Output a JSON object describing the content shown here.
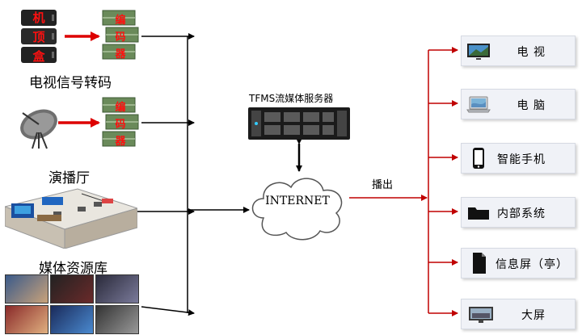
{
  "sources": {
    "signal": {
      "title": "电视信号转码",
      "device_chars": [
        "机",
        "顶",
        "盒"
      ]
    },
    "encoder_chars": [
      "编",
      "码",
      "器"
    ],
    "hall": {
      "title": "演播厅"
    },
    "library": {
      "title": "媒体资源库"
    }
  },
  "center": {
    "server_label": "TFMS流媒体服务器",
    "cloud_label": "INTERNET"
  },
  "broadcast_label": "播出",
  "outputs": [
    {
      "label": "电 视",
      "icon": "tv-icon"
    },
    {
      "label": "电 脑",
      "icon": "laptop-icon"
    },
    {
      "label": "智能手机",
      "icon": "smartphone-icon"
    },
    {
      "label": "内部系统",
      "icon": "folder-icon"
    },
    {
      "label": "信息屏（亭）",
      "icon": "document-screen-icon"
    },
    {
      "label": "大屏",
      "icon": "big-screen-icon"
    }
  ],
  "colors": {
    "red_arrow": "#c00000",
    "black_arrow": "#000000",
    "box_bg": "#f0f2f7"
  }
}
